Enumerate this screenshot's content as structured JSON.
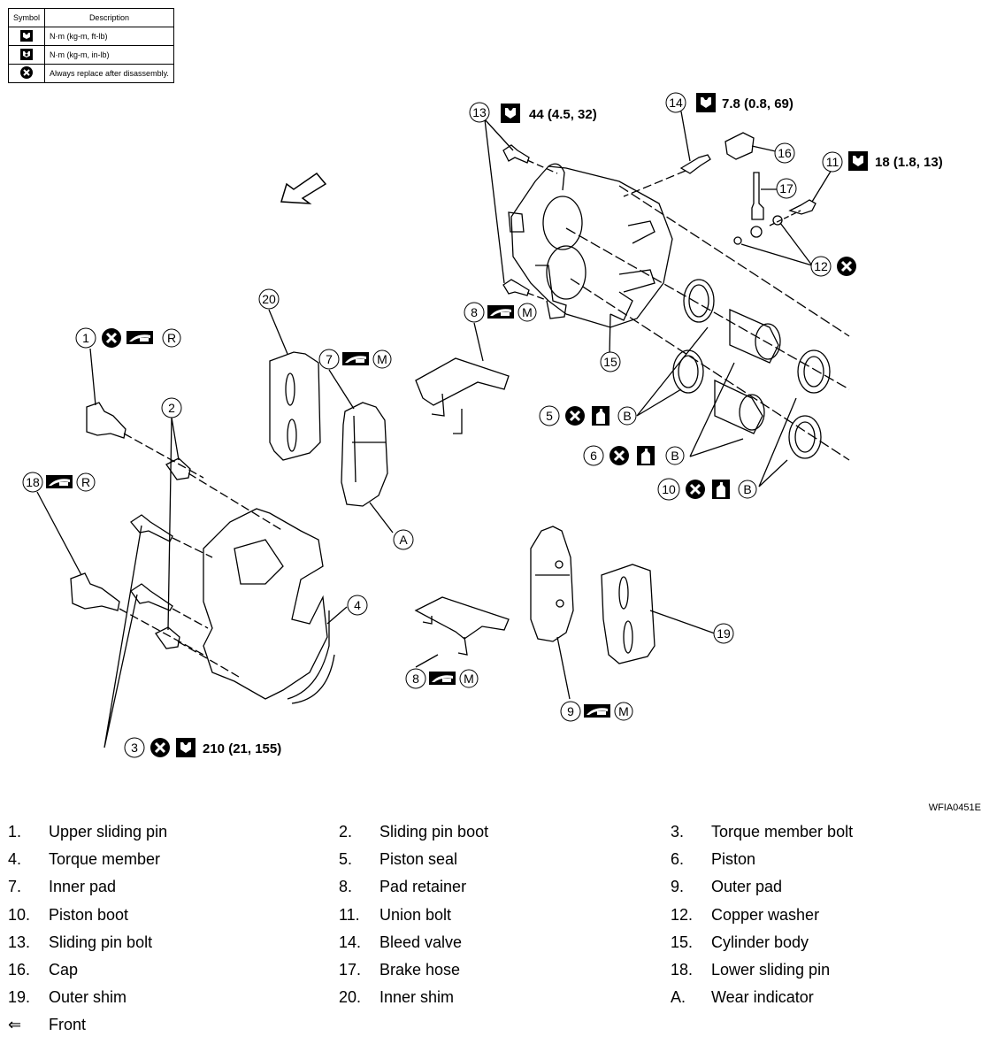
{
  "legend": {
    "header_symbol": "Symbol",
    "header_description": "Description",
    "rows": [
      {
        "icon": "torque-wrench-icon",
        "description": "N·m (kg-m, ft-lb)"
      },
      {
        "icon": "torque-wrench-small-icon",
        "description": "N·m (kg-m, in-lb)"
      },
      {
        "icon": "always-replace-icon",
        "description": "Always replace after disassembly."
      }
    ]
  },
  "callouts": {
    "c1": "1",
    "c2": "2",
    "c3": "3",
    "c4": "4",
    "c5": "5",
    "c6": "6",
    "c7": "7",
    "c8a": "8",
    "c8b": "8",
    "c9": "9",
    "c10": "10",
    "c11": "11",
    "c12": "12",
    "c13": "13",
    "c14": "14",
    "c15": "15",
    "c16": "16",
    "c17": "17",
    "c18": "18",
    "c19": "19",
    "c20": "20",
    "cA": "A",
    "lubR": "R",
    "lubM": "M",
    "lubB": "B"
  },
  "torques": {
    "t13": "44 (4.5, 32)",
    "t14": "7.8 (0.8, 69)",
    "t11": "18 (1.8, 13)",
    "t3": "210 (21, 155)"
  },
  "figure_code": "WFIA0451E",
  "parts": [
    {
      "num": "1.",
      "name": "Upper sliding pin"
    },
    {
      "num": "2.",
      "name": "Sliding pin boot"
    },
    {
      "num": "3.",
      "name": "Torque member bolt"
    },
    {
      "num": "4.",
      "name": "Torque member"
    },
    {
      "num": "5.",
      "name": "Piston seal"
    },
    {
      "num": "6.",
      "name": "Piston"
    },
    {
      "num": "7.",
      "name": "Inner pad"
    },
    {
      "num": "8.",
      "name": "Pad retainer"
    },
    {
      "num": "9.",
      "name": "Outer pad"
    },
    {
      "num": "10.",
      "name": "Piston boot"
    },
    {
      "num": "11.",
      "name": "Union bolt"
    },
    {
      "num": "12.",
      "name": "Copper washer"
    },
    {
      "num": "13.",
      "name": "Sliding pin bolt"
    },
    {
      "num": "14.",
      "name": "Bleed valve"
    },
    {
      "num": "15.",
      "name": "Cylinder body"
    },
    {
      "num": "16.",
      "name": "Cap"
    },
    {
      "num": "17.",
      "name": "Brake hose"
    },
    {
      "num": "18.",
      "name": "Lower sliding pin"
    },
    {
      "num": "19.",
      "name": "Outer shim"
    },
    {
      "num": "20.",
      "name": "Inner shim"
    },
    {
      "num": "A.",
      "name": "Wear indicator"
    }
  ],
  "front": {
    "symbol": "⇐",
    "label": "Front"
  }
}
